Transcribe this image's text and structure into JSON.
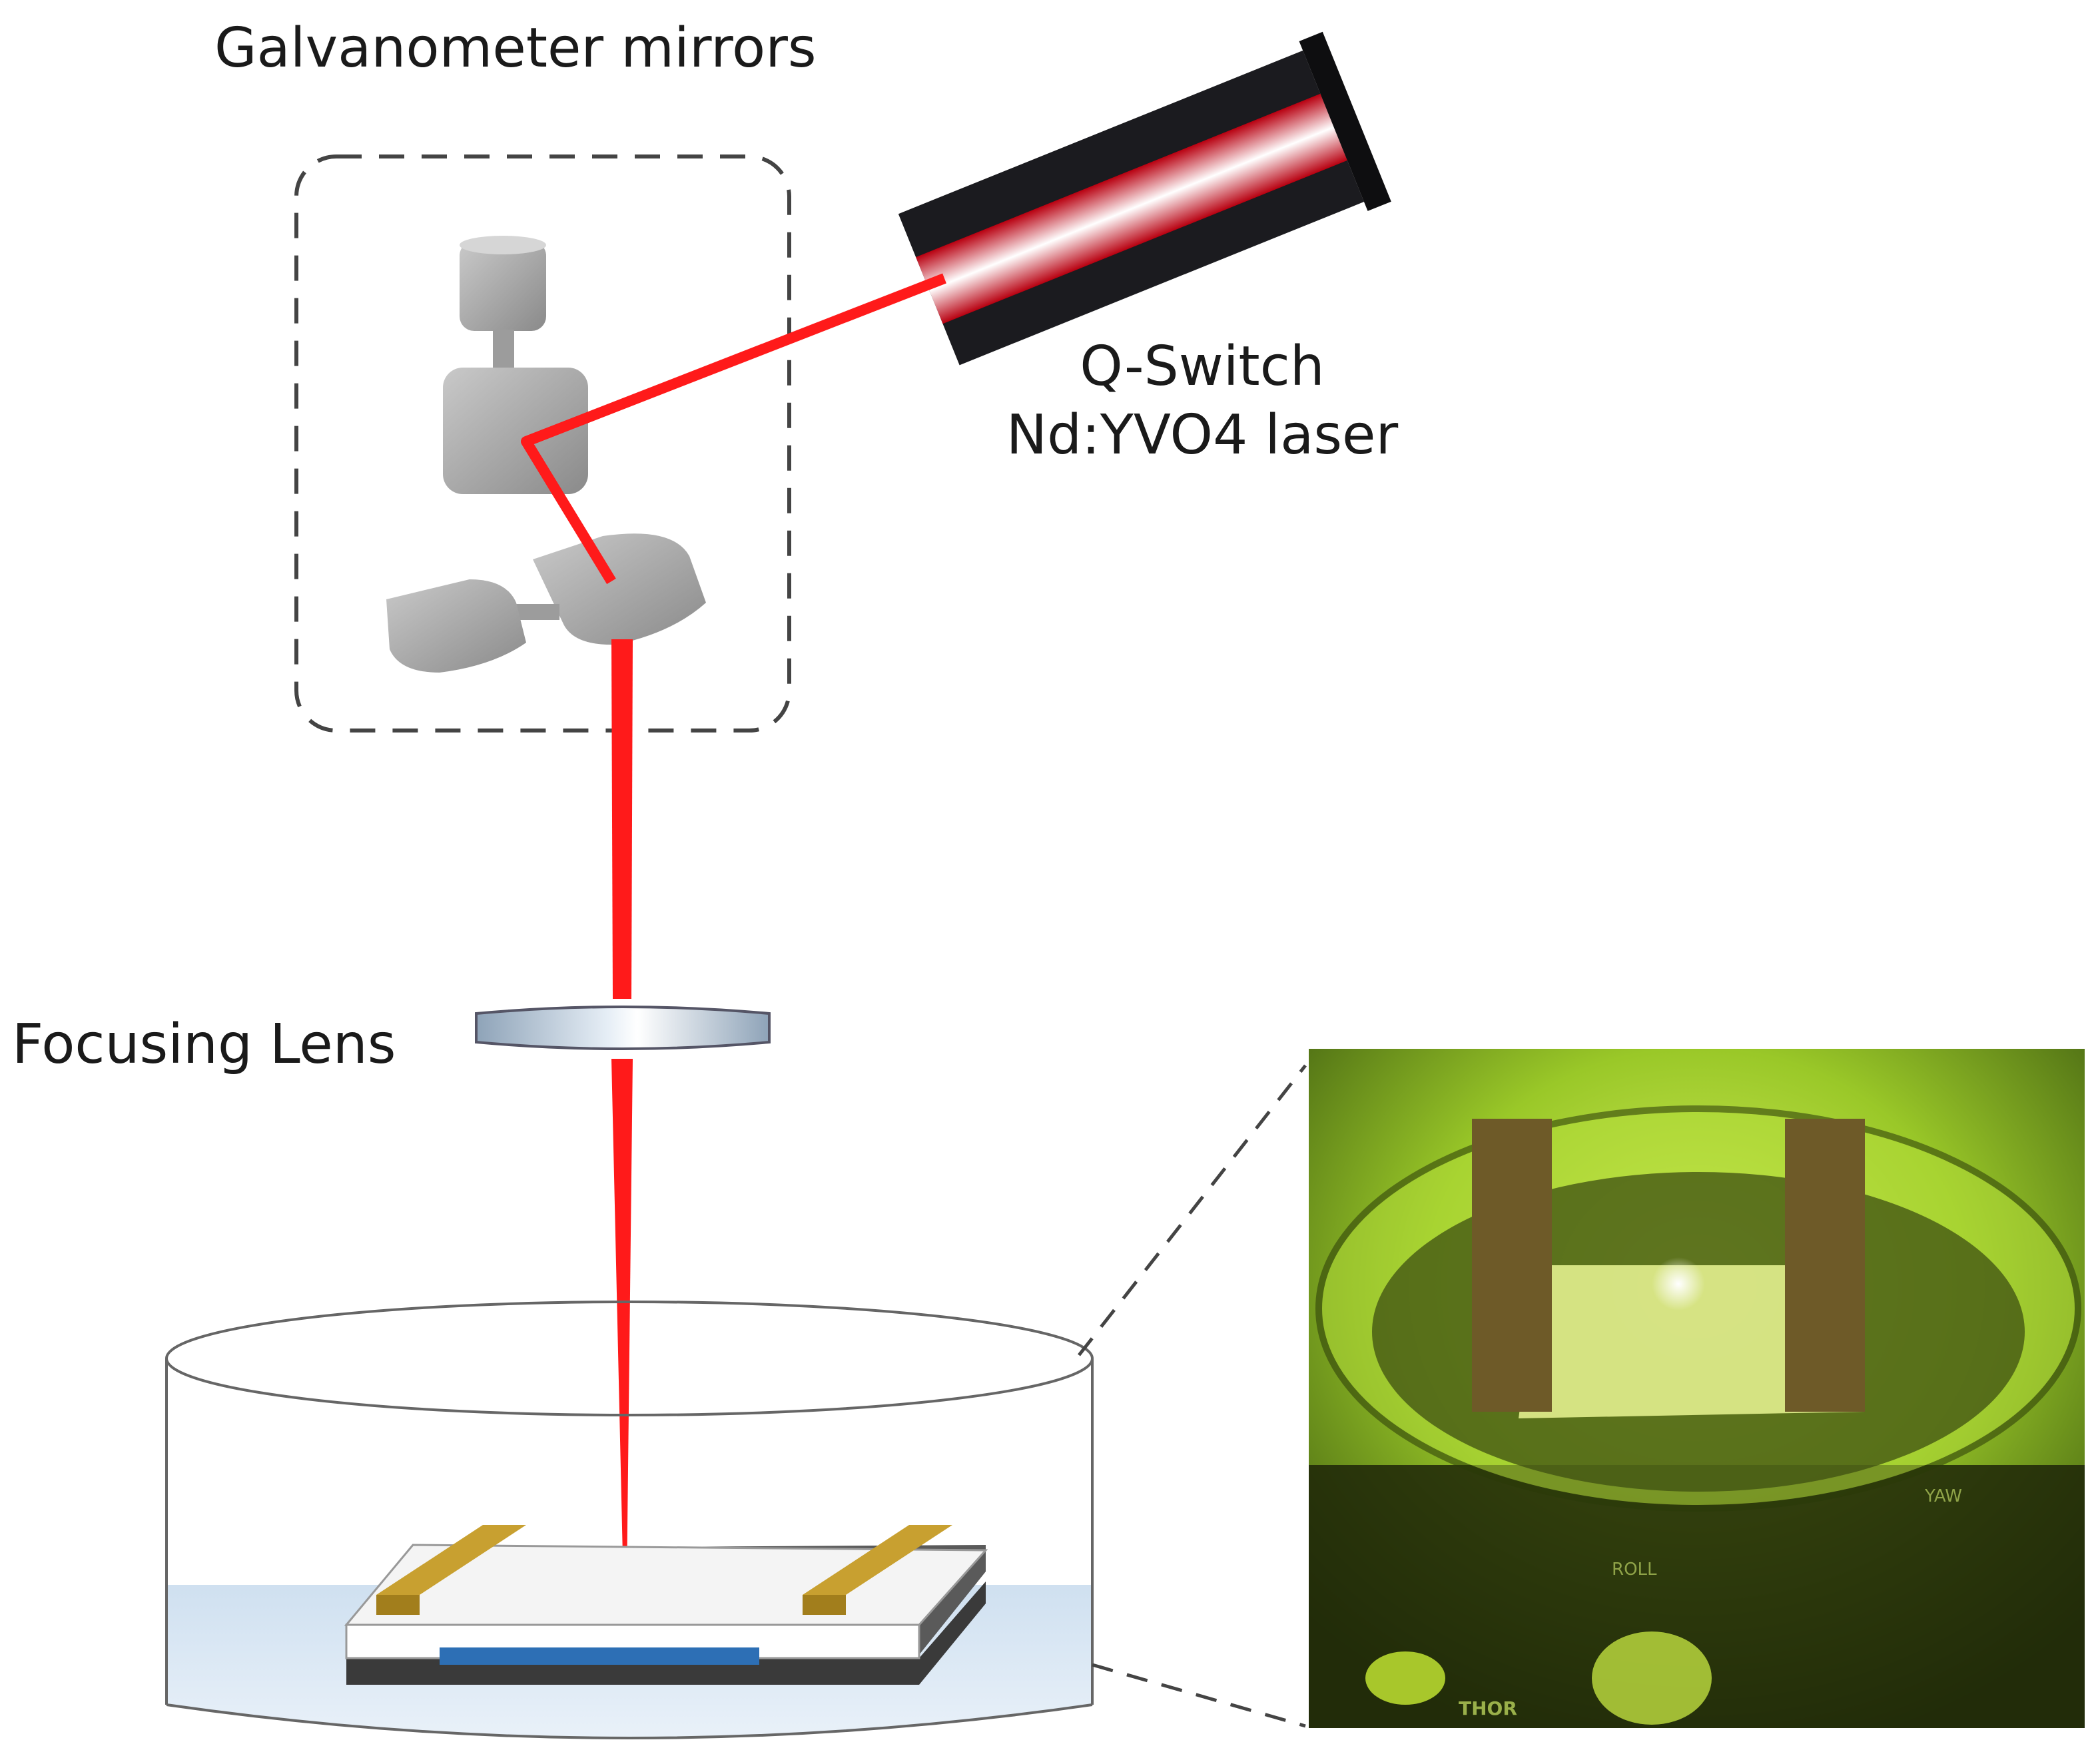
{
  "labels": {
    "galvanometer": "Galvanometer mirrors",
    "laser_line1": "Q-Switch",
    "laser_line2": "Nd:YVO4 laser",
    "focusing_lens": "Focusing Lens"
  },
  "photo_inset": {
    "stage_marking_1": "ROLL",
    "stage_marking_2": "YAW",
    "brand_marking": "THOR"
  },
  "colors": {
    "laser_beam": "#ff1a1a",
    "laser_body": "#1b1b1f",
    "mirror_gray": "#9a9a9a",
    "electrode_gold": "#c8a030",
    "sample_blue": "#2d6fb5",
    "water": "#dde8f3",
    "photo_green": "#a8d830"
  },
  "icons": [
    "galvanometer-mirror-icon",
    "laser-head-icon",
    "lens-icon",
    "petri-dish-icon",
    "sample-icon"
  ]
}
